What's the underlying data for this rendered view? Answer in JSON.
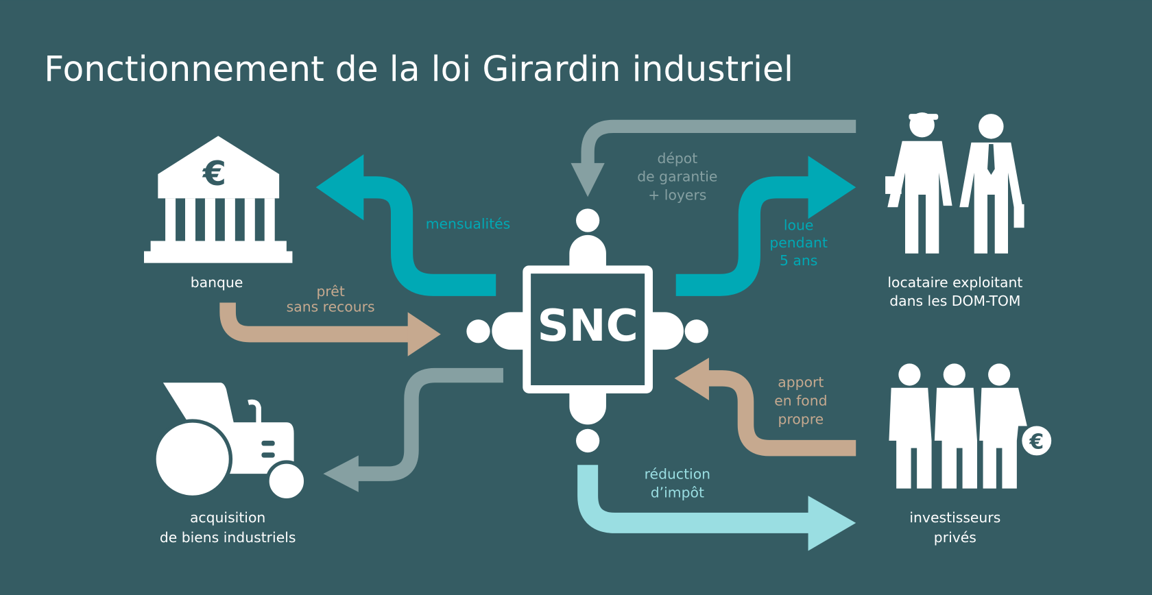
{
  "title": "Fonctionnement de la loi Girardin industriel",
  "center": {
    "label": "SNC"
  },
  "nodes": {
    "bank": "banque",
    "acquisition": [
      "acquisition",
      "de biens industriels"
    ],
    "tenant": [
      "locataire exploitant",
      "dans les DOM-TOM"
    ],
    "investors": [
      "investisseurs",
      "privés"
    ]
  },
  "flows": {
    "monthly": "mensualités",
    "loan": [
      "prêt",
      "sans recours"
    ],
    "deposit": [
      "dépot",
      "de garantie",
      "+ loyers"
    ],
    "rent": [
      "loue",
      "pendant",
      "5 ans"
    ],
    "equity": [
      "apport",
      "en fond",
      "propre"
    ],
    "tax": [
      "réduction",
      "d’impôt"
    ]
  },
  "icons": {
    "bank_symbol": "€",
    "coin_symbol": "€"
  },
  "colors": {
    "background": "#355c63",
    "teal": "#00a9b5",
    "grey": "#86a0a2",
    "tan": "#c6a98f",
    "cyan": "#9adee2",
    "white": "#ffffff"
  }
}
